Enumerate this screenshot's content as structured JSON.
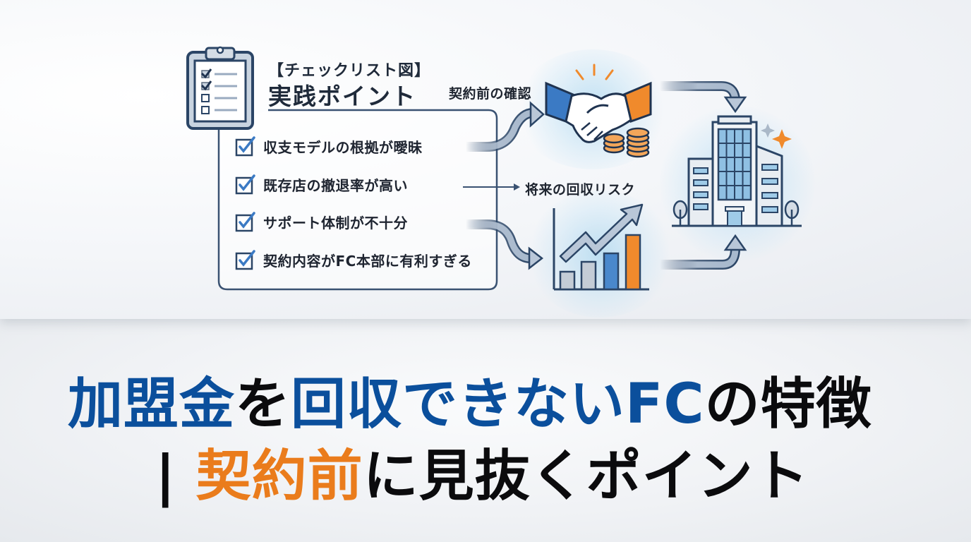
{
  "illustration": {
    "header": {
      "subtitle": "【チェックリスト図】",
      "title": "実践ポイント",
      "icon": "clipboard-checklist-icon"
    },
    "checklist": [
      {
        "label": "収支モデルの根拠が曖昧",
        "checked": true
      },
      {
        "label": "既存店の撤退率が高い",
        "checked": true
      },
      {
        "label": "サポート体制が不十分",
        "checked": true
      },
      {
        "label": "契約内容がFC本部に有利すぎる",
        "checked": true
      }
    ],
    "flow_labels": {
      "top": "契約前の確認",
      "middle": "将来の回収リスク"
    },
    "icons": {
      "handshake": "handshake-with-coins-icon",
      "chart": "rising-bar-chart-icon",
      "building": "office-building-icon"
    },
    "colors": {
      "navy": "#2b4566",
      "blue_accent": "#3b7ac4",
      "orange_accent": "#f08a2c",
      "arrow_fill": "#b9c7d8",
      "glow": "#bfe3f5"
    }
  },
  "title": {
    "line1": {
      "part1": "加盟金",
      "part2": "を",
      "part3": "回収できないFC",
      "part4": "の特徴"
    },
    "line2": {
      "part1": "| ",
      "part2": "契約前",
      "part3": "に見抜くポイント"
    },
    "colors": {
      "blue": "#0b4f9c",
      "orange": "#ea7c1c",
      "black": "#0b0b0d"
    }
  }
}
